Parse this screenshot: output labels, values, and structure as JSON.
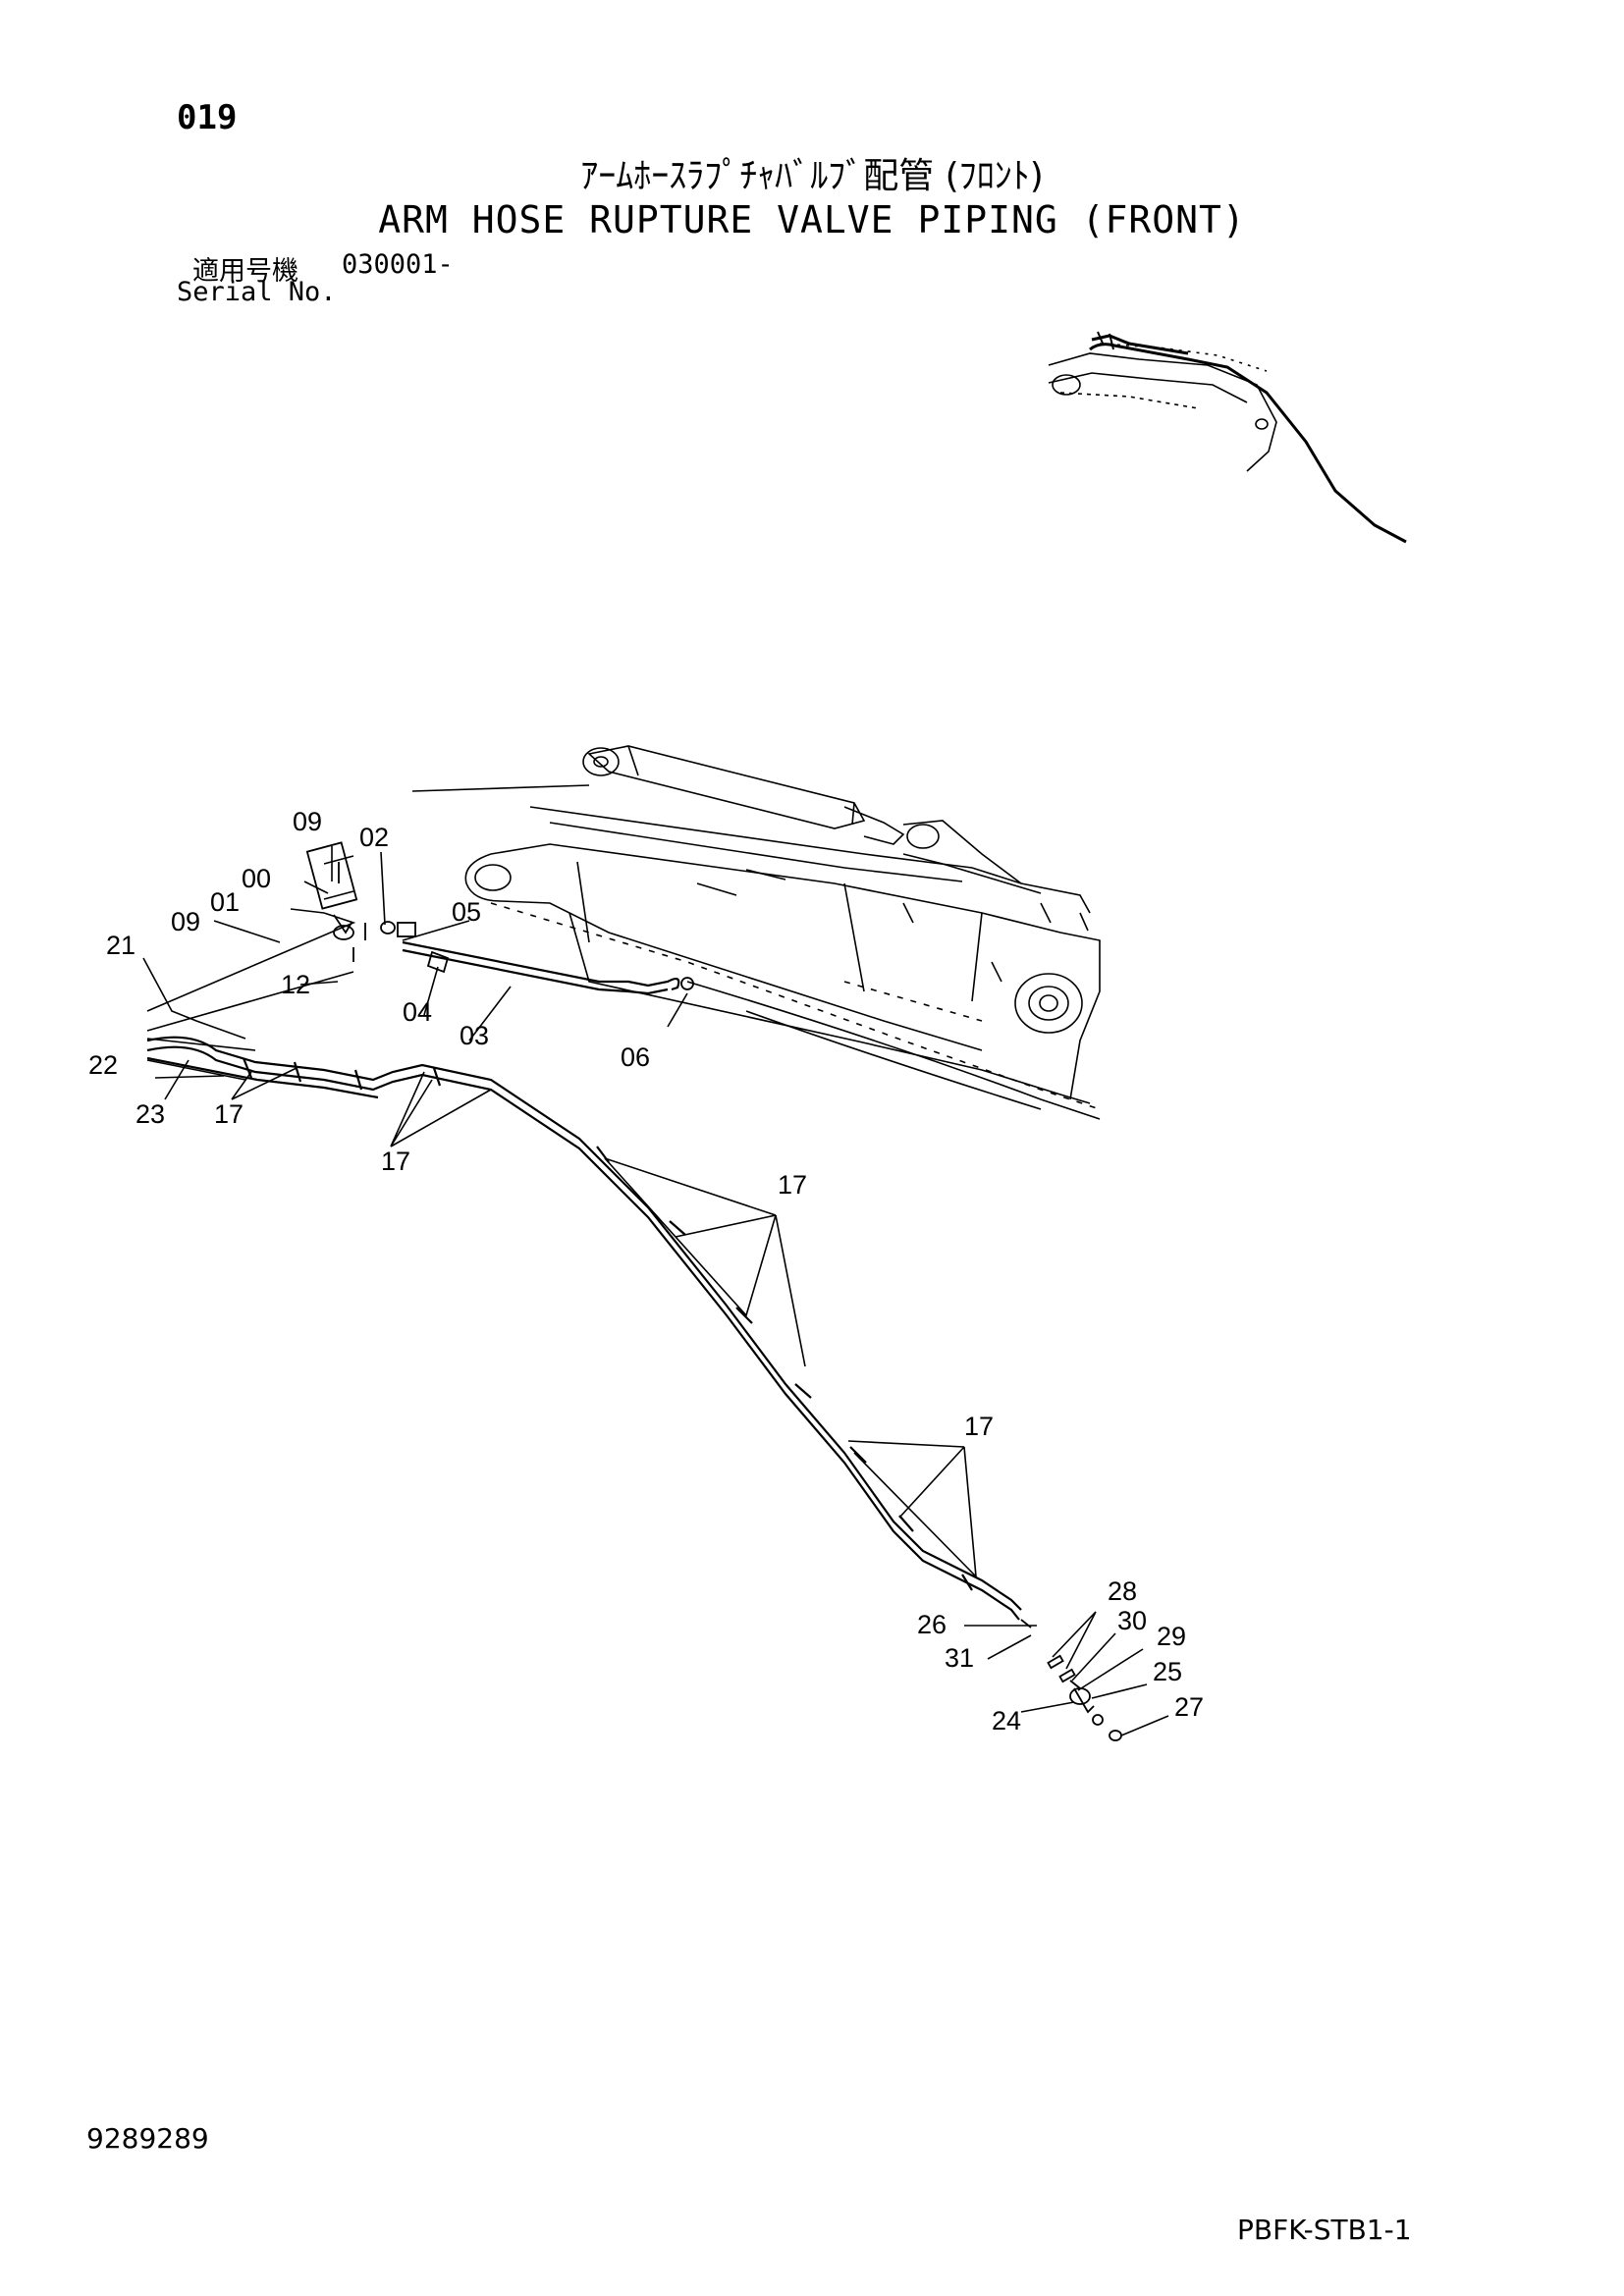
{
  "header": {
    "page_number": "019",
    "title_japanese": "ｱｰﾑﾎｰｽﾗﾌﾟﾁｬﾊﾞﾙﾌﾞ配管 (ﾌﾛﾝﾄ)",
    "title_english": "ARM HOSE RUPTURE VALVE PIPING (FRONT)",
    "serial_label_japanese": "適用号機",
    "serial_value": "030001-",
    "serial_label_english": "Serial No."
  },
  "callouts": {
    "c09a": "09",
    "c02": "02",
    "c00": "00",
    "c01": "01",
    "c09b": "09",
    "c05": "05",
    "c21": "21",
    "c12": "12",
    "c04": "04",
    "c03": "03",
    "c06": "06",
    "c22": "22",
    "c23": "23",
    "c17a": "17",
    "c17b": "17",
    "c17c": "17",
    "c17d": "17",
    "c28": "28",
    "c26": "26",
    "c30": "30",
    "c29": "29",
    "c31": "31",
    "c25": "25",
    "c24": "24",
    "c27": "27"
  },
  "footer": {
    "document_id": "9289289",
    "page_code": "PBFK-STB1-1"
  }
}
